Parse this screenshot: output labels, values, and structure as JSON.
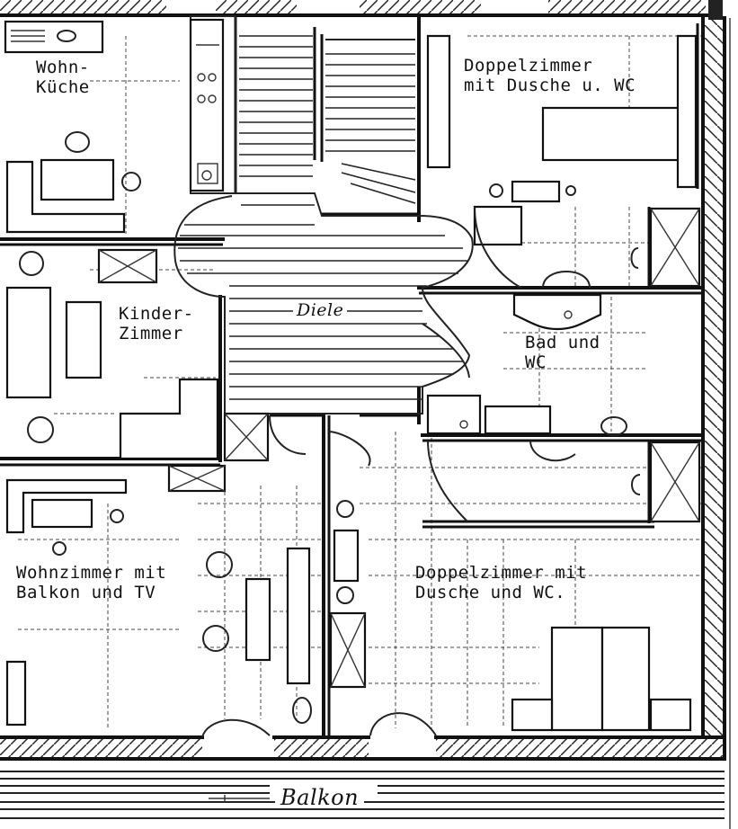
{
  "rooms": {
    "kitchen": "Wohn-\nKüche",
    "double_room_top": "Doppelzimmer\nmit Dusche u. WC",
    "kids_room": "Kinder-\nZimmer",
    "hall": "Diele",
    "bath": "Bad und\nWC",
    "living_room": "Wohnzimmer mit\nBalkon und TV",
    "double_room_bottom": "Doppelzimmer mit\nDusche und WC.",
    "balcony": "Balkon"
  },
  "colors": {
    "ink": "#111111",
    "paper": "#ffffff"
  }
}
